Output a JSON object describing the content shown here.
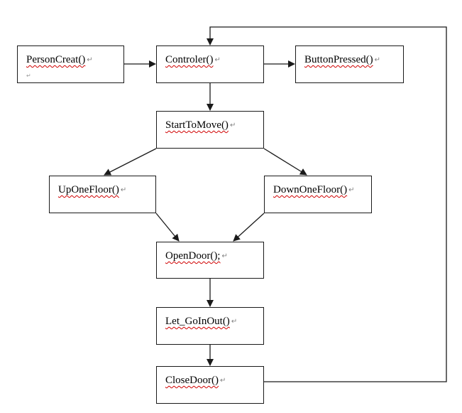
{
  "diagram": {
    "nodes": [
      {
        "id": "person-creat",
        "label": "PersonCreat()"
      },
      {
        "id": "controler",
        "label": "Controler()"
      },
      {
        "id": "button-pressed",
        "label": "ButtonPressed()"
      },
      {
        "id": "start-to-move",
        "label": "StartToMove()"
      },
      {
        "id": "up-one-floor",
        "label": "UpOneFloor()"
      },
      {
        "id": "down-one-floor",
        "label": "DownOneFloor()"
      },
      {
        "id": "open-door",
        "label": "OpenDoor();"
      },
      {
        "id": "let-go-in-out",
        "label": "Let_GoInOut()"
      },
      {
        "id": "close-door",
        "label": "CloseDoor()"
      }
    ],
    "edges": [
      {
        "from": "person-creat",
        "to": "controler"
      },
      {
        "from": "controler",
        "to": "button-pressed"
      },
      {
        "from": "controler",
        "to": "start-to-move"
      },
      {
        "from": "start-to-move",
        "to": "up-one-floor"
      },
      {
        "from": "start-to-move",
        "to": "down-one-floor"
      },
      {
        "from": "up-one-floor",
        "to": "open-door"
      },
      {
        "from": "down-one-floor",
        "to": "open-door"
      },
      {
        "from": "open-door",
        "to": "let-go-in-out"
      },
      {
        "from": "let-go-in-out",
        "to": "close-door"
      },
      {
        "from": "close-door",
        "to": "controler"
      }
    ],
    "paragraph_mark": "↵",
    "stray_mark": "↵",
    "colors": {
      "line": "#1a1a1a",
      "spellcheck_underline": "#d00000",
      "paragraph_mark": "#808080"
    }
  }
}
